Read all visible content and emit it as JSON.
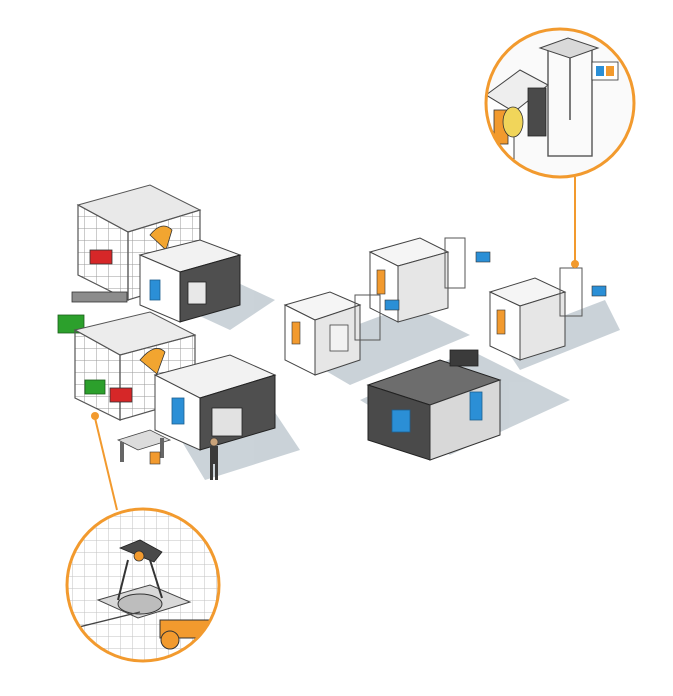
{
  "scene": {
    "colors": {
      "accent_orange": "#f29a2e",
      "shadow_blue": "#b9c4cc",
      "machine_white": "#f2f2f2",
      "machine_gray": "#d6d6d6",
      "dark_gray": "#4a4a4a",
      "screen_blue": "#2b8fd6",
      "red_crate": "#d62728",
      "green_crate": "#2ca02c"
    },
    "callouts": [
      {
        "name": "callout-top-right",
        "meaning": "lathe-loading-closeup"
      },
      {
        "name": "callout-bottom-left",
        "meaning": "robot-arm-closeup"
      }
    ],
    "objects": [
      "robot-cell-upper",
      "robot-cell-lower",
      "cnc-machine-upper-left",
      "cnc-lathe-lower-left",
      "machine-center-row-1",
      "machine-center-row-2",
      "machine-center-row-3",
      "machine-center-dark",
      "operator-figure",
      "operator-desk"
    ]
  }
}
